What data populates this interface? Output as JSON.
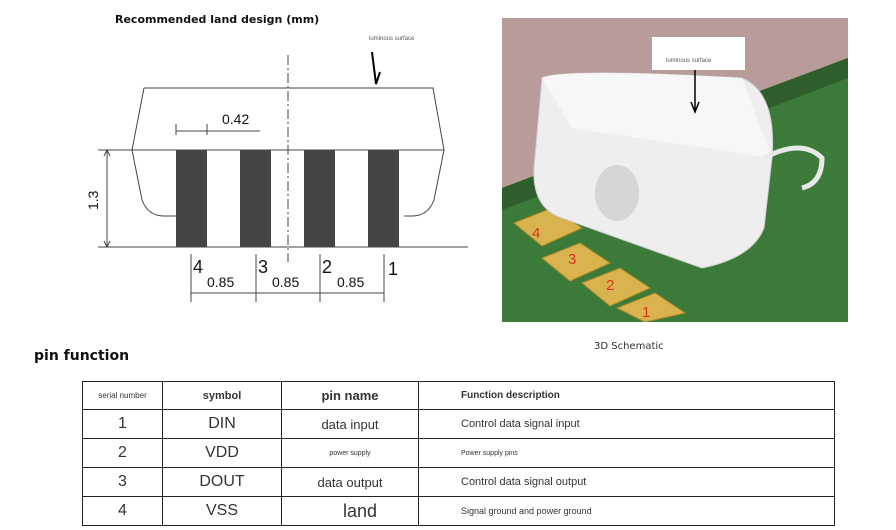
{
  "drawing": {
    "title": "Recommended land design",
    "unit": "(mm)",
    "surface_label": "luminous surface",
    "pad_width": "0.42",
    "pad_height": "1.3",
    "pitch": [
      "0.85",
      "0.85",
      "0.85"
    ],
    "pin_numbers": [
      "4",
      "3",
      "2",
      "1"
    ]
  },
  "photo": {
    "surface_label": "luminous surface",
    "pin_numbers": [
      "4",
      "3",
      "2",
      "1"
    ],
    "caption": "3D Schematic"
  },
  "section_title": "pin function",
  "table": {
    "headers": [
      "serial number",
      "symbol",
      "pin name",
      "Function description"
    ],
    "rows": [
      [
        "1",
        "DIN",
        "data input",
        "Control data signal input"
      ],
      [
        "2",
        "VDD",
        "power supply",
        "Power supply pins"
      ],
      [
        "3",
        "DOUT",
        "data output",
        "Control data signal output"
      ],
      [
        "4",
        "VSS",
        "land",
        "Signal ground and power ground"
      ]
    ]
  }
}
